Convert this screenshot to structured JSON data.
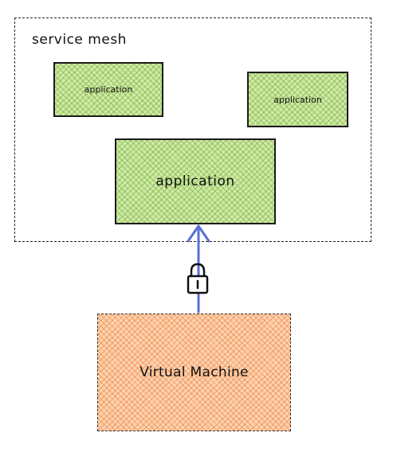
{
  "mesh": {
    "label": "service mesh"
  },
  "apps": [
    {
      "label": "application"
    },
    {
      "label": "application"
    },
    {
      "label": "application"
    }
  ],
  "vm": {
    "label": "Virtual Machine"
  },
  "colors": {
    "app_fill": "#cfe9a8",
    "vm_fill": "#fbd3b3",
    "arrow": "#5a6fd6"
  },
  "icons": {
    "connection": "lock-icon"
  }
}
